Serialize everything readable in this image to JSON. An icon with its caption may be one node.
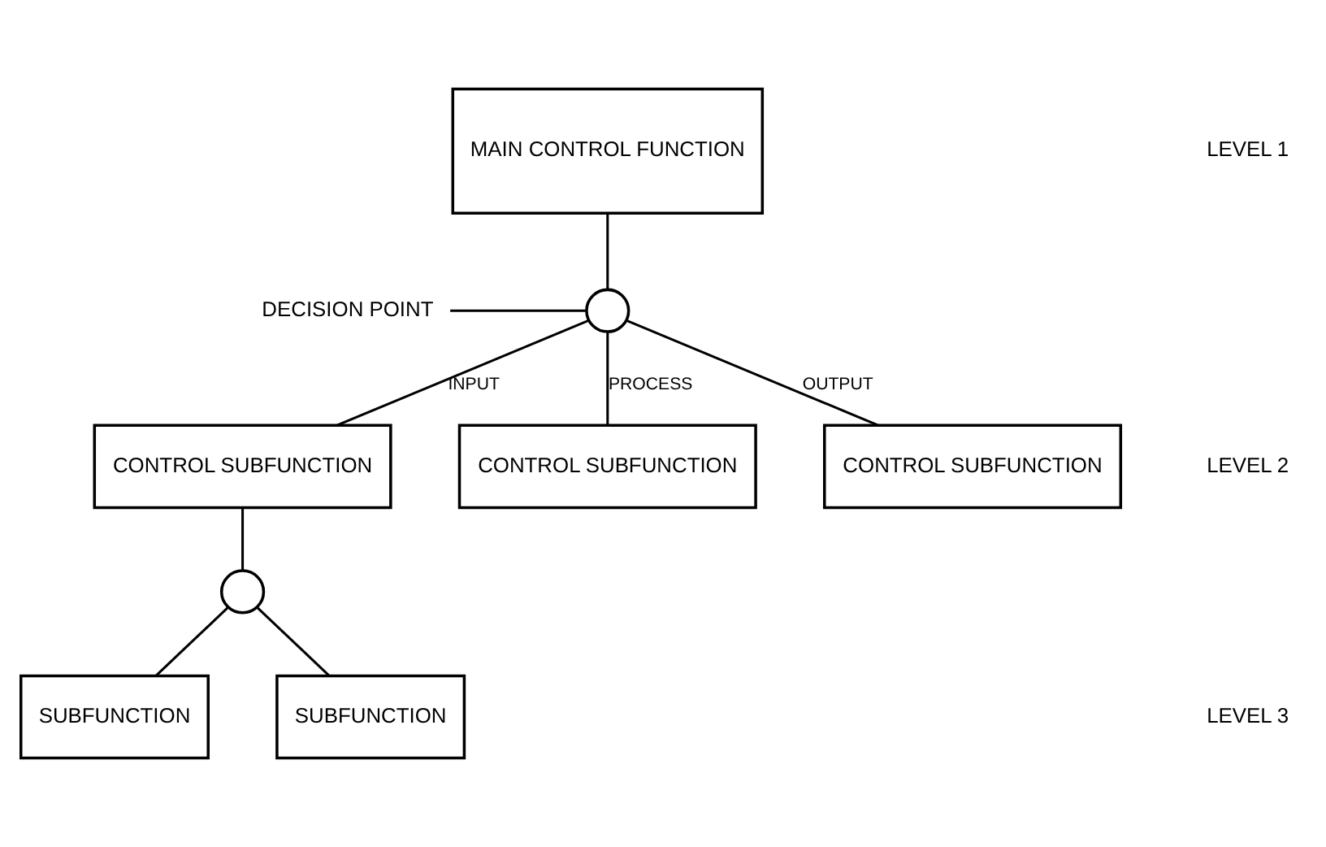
{
  "diagram": {
    "nodes": [
      {
        "text": [
          "MAIN CONTROL FUNCTION"
        ]
      },
      {
        "text": [],
        "shape": "circle"
      },
      {
        "text": [
          "DECISION POINT"
        ]
      },
      {
        "text": [
          "CONTROL SUBFUNCTION"
        ]
      },
      {
        "text": [
          "CONTROL SUBFUNCTION"
        ]
      },
      {
        "text": [
          "CONTROL SUBFUNCTION"
        ]
      },
      {
        "text": [],
        "shape": "circle"
      },
      {
        "text": [
          "SUBFUNCTION"
        ]
      },
      {
        "text": [
          "SUBFUNCTION"
        ]
      }
    ],
    "edges": [
      {
        "from": 0,
        "to": 1,
        "arrow": "none"
      },
      {
        "from": 2,
        "to": 1,
        "arrow": "none"
      },
      {
        "from": 1,
        "to": 3,
        "arrow": "none",
        "label": "INPUT"
      },
      {
        "from": 1,
        "to": 4,
        "arrow": "none",
        "label": "PROCESS"
      },
      {
        "from": 1,
        "to": 5,
        "arrow": "none",
        "label": "OUTPUT"
      },
      {
        "from": 3,
        "to": 6,
        "arrow": "none"
      },
      {
        "from": 6,
        "to": 7,
        "arrow": "none"
      },
      {
        "from": 6,
        "to": 8,
        "arrow": "none"
      }
    ],
    "labels": [
      "LEVEL 1",
      "LEVEL 2",
      "LEVEL 3"
    ]
  }
}
